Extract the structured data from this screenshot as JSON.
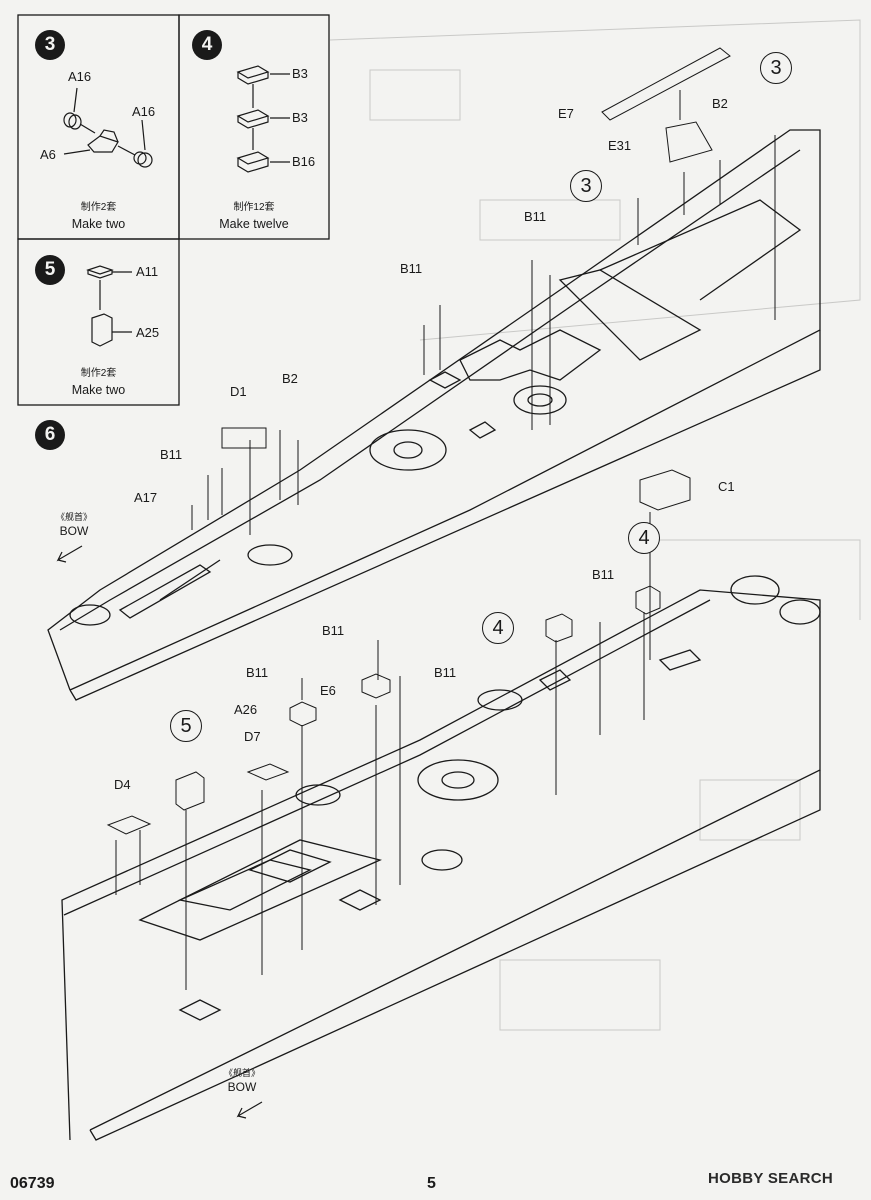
{
  "footer": {
    "code": "06739",
    "page_number": "5",
    "watermark": "HOBBY SEARCH"
  },
  "step3": {
    "badge": "3",
    "labels": [
      "A16",
      "A16",
      "A6"
    ],
    "note_cn": "制作2套",
    "note_en": "Make two"
  },
  "step4": {
    "badge": "4",
    "labels": [
      "B3",
      "B3",
      "B16"
    ],
    "note_cn": "制作12套",
    "note_en": "Make twelve"
  },
  "step5": {
    "badge": "5",
    "labels": [
      "A11",
      "A25"
    ],
    "note_cn": "制作2套",
    "note_en": "Make two"
  },
  "step6": {
    "badge": "6",
    "bow_cn": "《舰首》",
    "bow_en": "BOW",
    "upper_labels": [
      "E7",
      "E31",
      "B2",
      "B11",
      "B11",
      "B2",
      "D1",
      "B11",
      "A17",
      "C1"
    ],
    "upper_refs": [
      "3",
      "3"
    ],
    "lower_labels": [
      "B11",
      "B11",
      "B11",
      "E6",
      "A26",
      "D7",
      "D4",
      "B11"
    ],
    "lower_refs": [
      "4",
      "4",
      "5"
    ]
  }
}
